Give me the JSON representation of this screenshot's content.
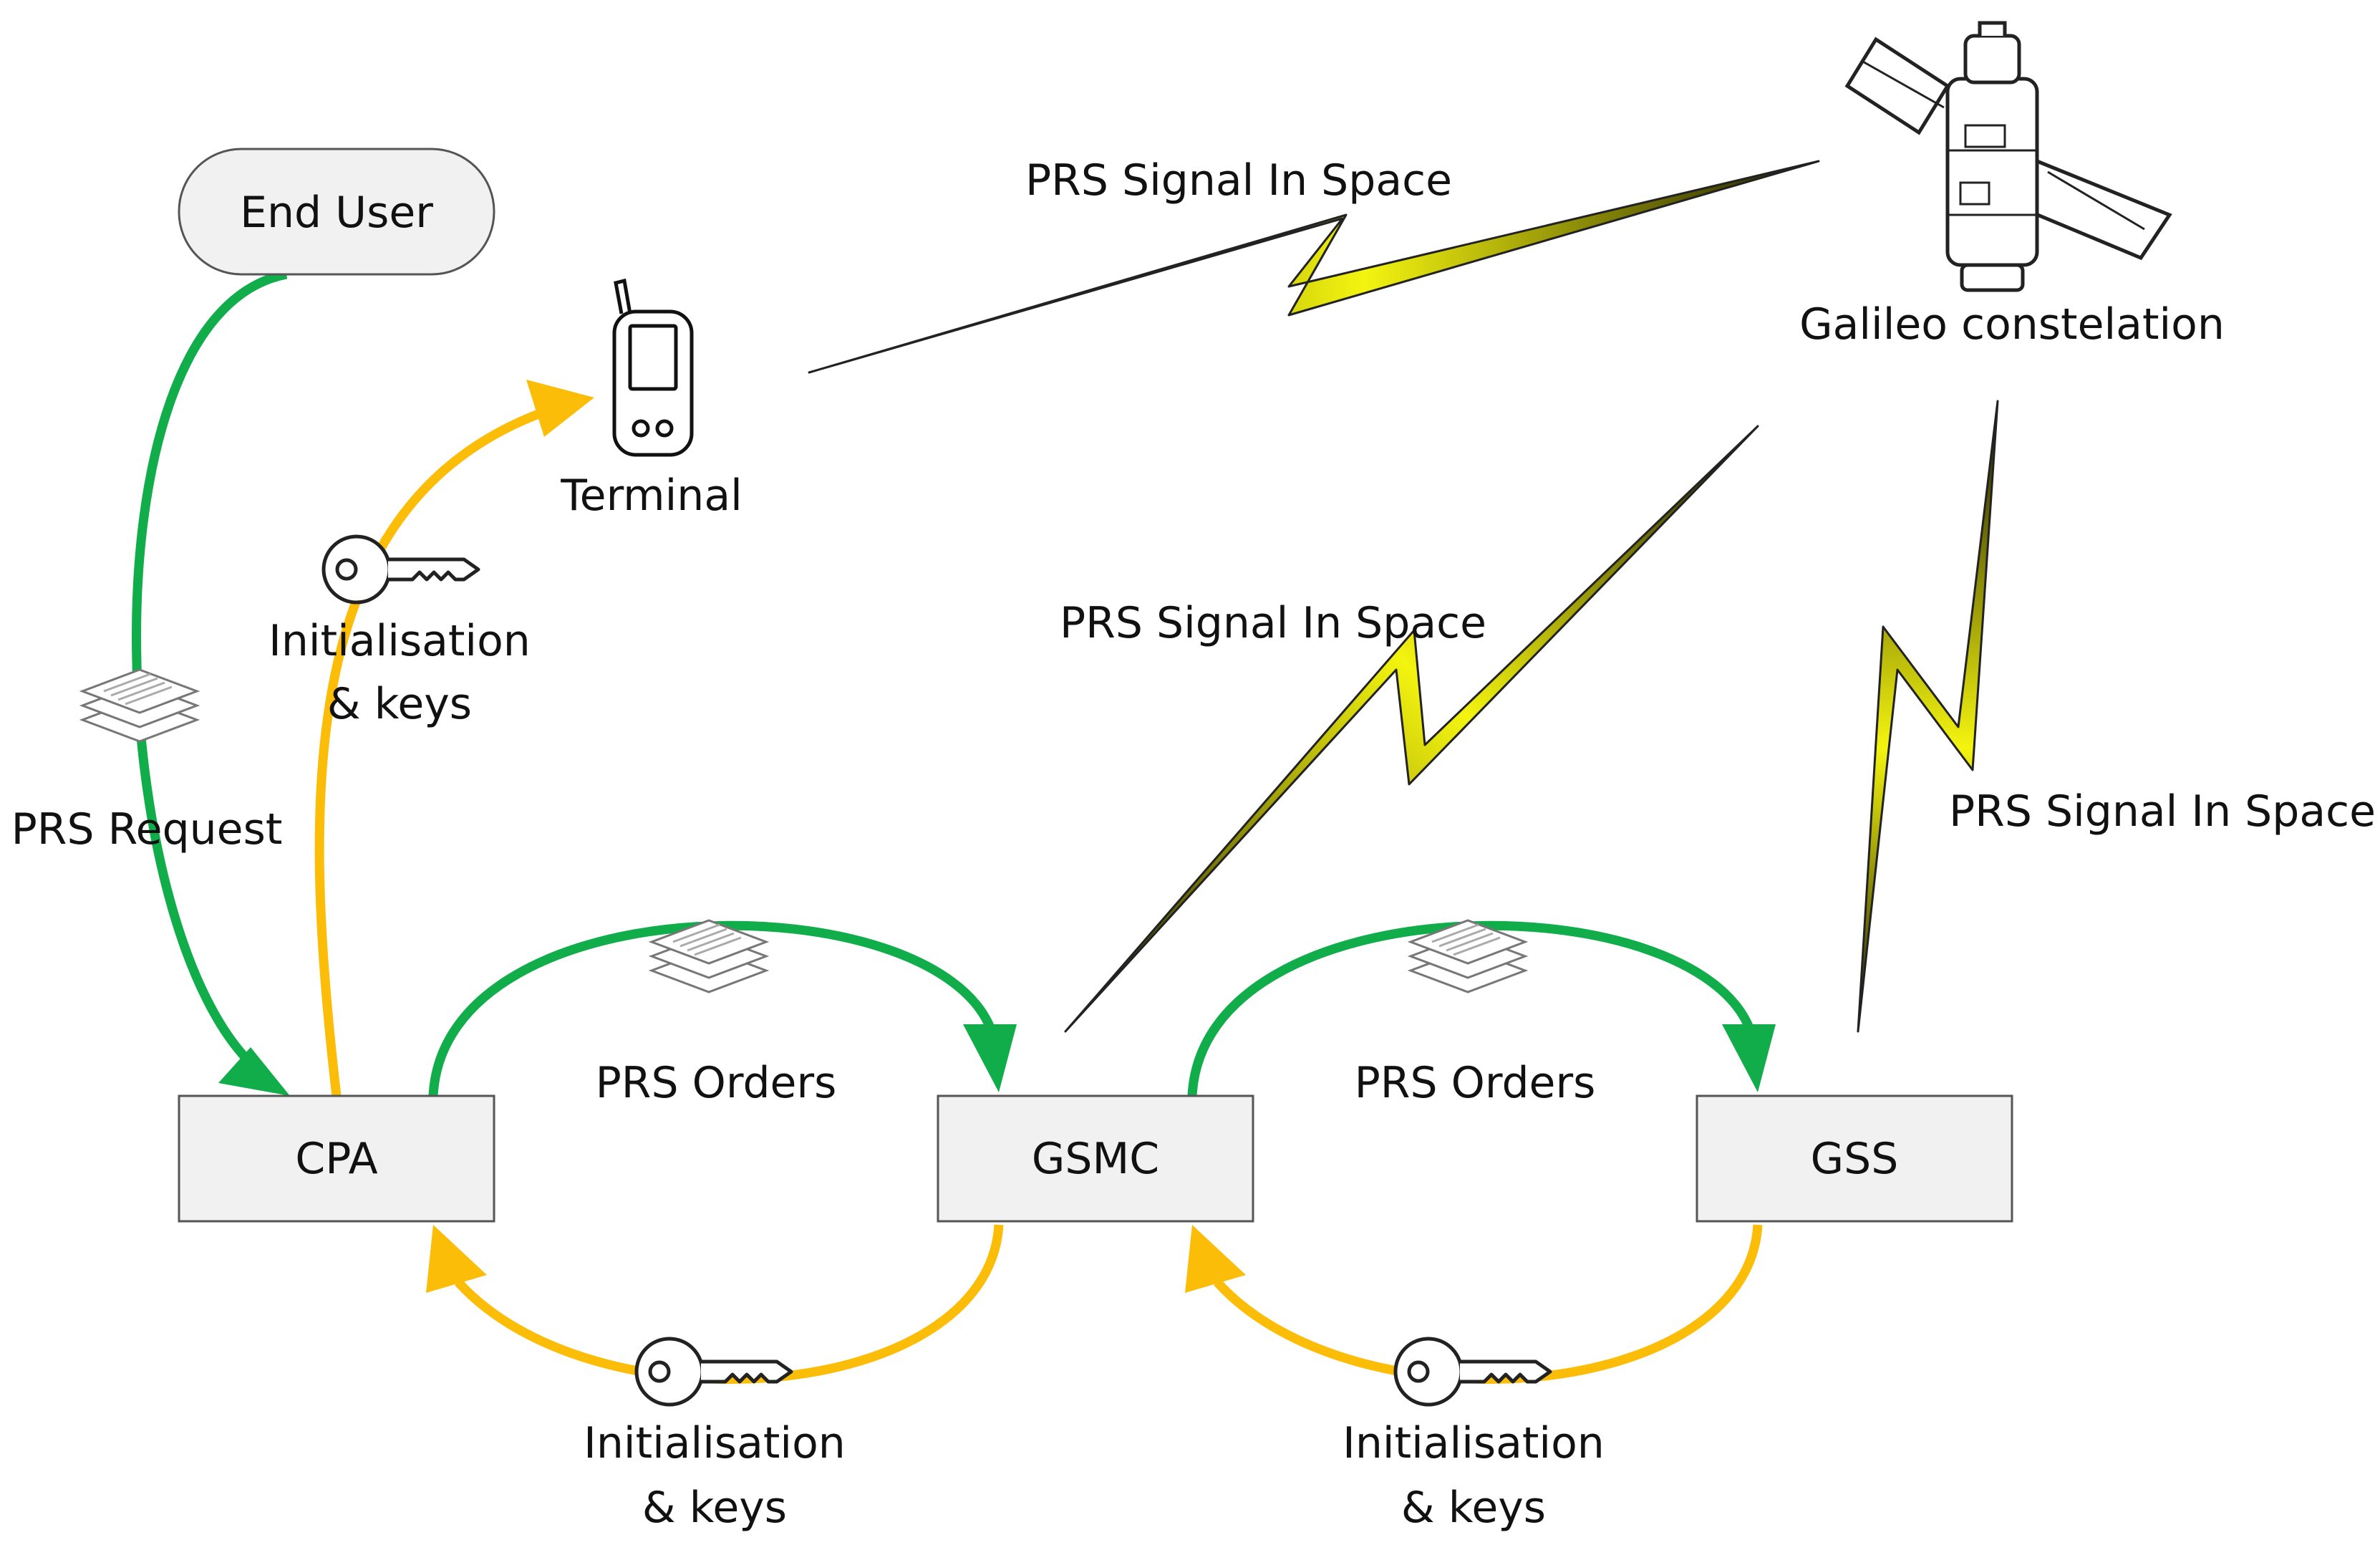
{
  "nodes": {
    "end_user": "End User",
    "terminal": "Terminal",
    "galileo": "Galileo constelation",
    "cpa": "CPA",
    "gsmc": "GSMC",
    "gss": "GSS"
  },
  "labels": {
    "sis_top": "PRS Signal In Space",
    "sis_mid": "PRS Signal In Space",
    "sis_right": "PRS Signal In Space",
    "prs_request": "PRS Request",
    "init_terminal_1": "Initialisation",
    "init_terminal_2": "& keys",
    "orders_cpa_gsmc": "PRS Orders",
    "orders_gsmc_gss": "PRS Orders",
    "init_gsmc_cpa_1": "Initialisation",
    "init_gsmc_cpa_2": "& keys",
    "init_gss_gsmc_1": "Initialisation",
    "init_gss_gsmc_2": "& keys"
  },
  "colors": {
    "green_flow": "#12ad4b",
    "yellow_flow": "#fbbd08",
    "signal": "#f4f410",
    "box_fill": "#f1f1f1",
    "box_stroke": "#555555"
  },
  "icons": [
    "key-icon",
    "documents-icon",
    "handheld-terminal-icon",
    "satellite-icon",
    "lightning-signal-icon"
  ]
}
